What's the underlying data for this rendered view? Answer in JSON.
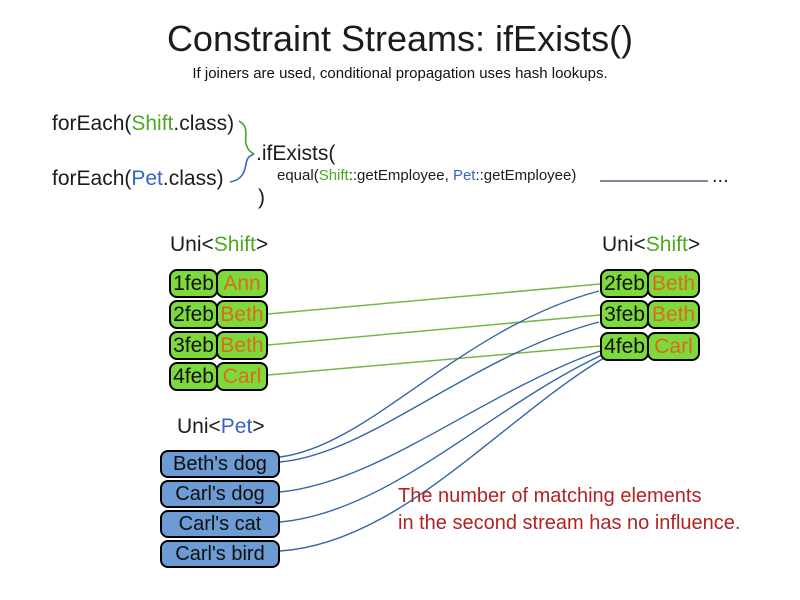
{
  "title": "Constraint Streams: ifExists()",
  "subtitle": "If joiners are used, conditional propagation uses hash lookups.",
  "colors": {
    "box_green": "#7dd93c",
    "box_blue": "#6d9bd3",
    "token_green": "#4ea722",
    "token_blue": "#3566c5",
    "name_orange": "#dd6b1c",
    "note_red": "#b22222",
    "line_green": "#74b74a",
    "line_blue": "#3465a4",
    "line_purple": "#655687"
  },
  "code": {
    "foreach_shift": {
      "pre": "forEach(",
      "type": "Shift",
      "post": ".class)"
    },
    "foreach_pet": {
      "pre": "forEach(",
      "type": "Pet",
      "post": ".class)"
    },
    "ifexists": ".ifExists(",
    "equal": {
      "pre": "equal(",
      "type1": "Shift",
      "mid1": "::getEmployee, ",
      "type2": "Pet",
      "post": "::getEmployee)"
    },
    "close_paren": ")",
    "ellipsis": "..."
  },
  "left_shift_table": {
    "label": {
      "pre": "Uni<",
      "type": "Shift",
      "post": ">"
    },
    "rows": [
      {
        "date": "1feb",
        "name": "Ann"
      },
      {
        "date": "2feb",
        "name": "Beth"
      },
      {
        "date": "3feb",
        "name": "Beth"
      },
      {
        "date": "4feb",
        "name": "Carl"
      }
    ]
  },
  "right_shift_table": {
    "label": {
      "pre": "Uni<",
      "type": "Shift",
      "post": ">"
    },
    "rows": [
      {
        "date": "2feb",
        "name": "Beth"
      },
      {
        "date": "3feb",
        "name": "Beth"
      },
      {
        "date": "4feb",
        "name": "Carl"
      }
    ]
  },
  "pet_table": {
    "label": {
      "pre": "Uni<",
      "type": "Pet",
      "post": ">"
    },
    "rows": [
      "Beth's dog",
      "Carl's dog",
      "Carl's cat",
      "Carl's bird"
    ]
  },
  "note": {
    "line1": "The number of matching elements",
    "line2": "in the second stream has no influence."
  }
}
